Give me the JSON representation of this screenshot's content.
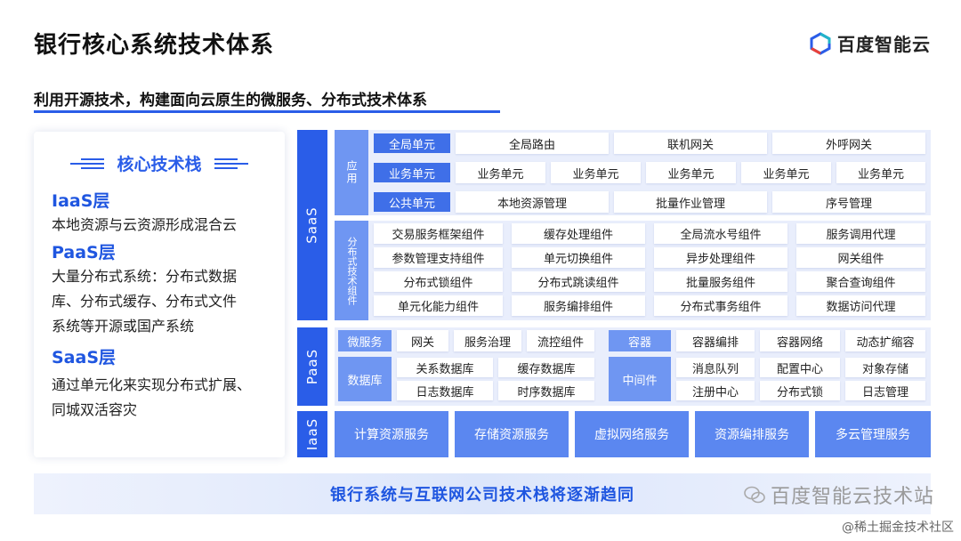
{
  "title": "银行核心系统技术体系",
  "logo": {
    "text": "百度智能云"
  },
  "subtitle": "利用开源技术，构建面向云原生的微服务、分布式技术体系",
  "left_panel": {
    "heading": "核心技术栈",
    "layers": [
      {
        "name": "IaaS层",
        "lines": [
          "本地资源与云资源形成混合云"
        ]
      },
      {
        "name": "PaaS层",
        "lines": [
          "大量分布式系统：分布式数据",
          "库、分布式缓存、分布式文件",
          "系统等开源或国产系统"
        ]
      },
      {
        "name": "SaaS层",
        "lines": [
          "通过单元化来实现分布式扩展、",
          "同城双活容灾"
        ]
      }
    ]
  },
  "architecture": {
    "saas": {
      "label": "SaaS",
      "app": {
        "label": "应用",
        "rows": [
          {
            "tag": "全局单元",
            "cells": [
              "全局路由",
              "联机网关",
              "外呼网关"
            ]
          },
          {
            "tag": "业务单元",
            "cells": [
              "业务单元",
              "业务单元",
              "业务单元",
              "业务单元",
              "业务单元"
            ]
          },
          {
            "tag": "公共单元",
            "cells": [
              "本地资源管理",
              "批量作业管理",
              "序号管理"
            ]
          }
        ]
      },
      "components": {
        "label": "分布式技术组件",
        "rows": [
          [
            "交易服务框架组件",
            "缓存处理组件",
            "全局流水号组件",
            "服务调用代理"
          ],
          [
            "参数管理支持组件",
            "单元切换组件",
            "异步处理组件",
            "网关组件"
          ],
          [
            "分布式锁组件",
            "分布式跳读组件",
            "批量服务组件",
            "聚合查询组件"
          ],
          [
            "单元化能力组件",
            "服务编排组件",
            "分布式事务组件",
            "数据访问代理"
          ]
        ]
      }
    },
    "paas": {
      "label": "PaaS",
      "microservice": {
        "tag": "微服务",
        "cells": [
          "网关",
          "服务治理",
          "流控组件"
        ]
      },
      "container": {
        "tag": "容器",
        "cells": [
          "容器编排",
          "容器网络",
          "动态扩缩容"
        ]
      },
      "database": {
        "tag": "数据库",
        "rows": [
          [
            "关系数据库",
            "缓存数据库"
          ],
          [
            "日志数据库",
            "时序数据库"
          ]
        ]
      },
      "middleware": {
        "tag": "中间件",
        "rows": [
          [
            "消息队列",
            "配置中心",
            "对象存储"
          ],
          [
            "注册中心",
            "分布式锁",
            "日志管理"
          ]
        ]
      }
    },
    "iaas": {
      "label": "IaaS",
      "cells": [
        "计算资源服务",
        "存储资源服务",
        "虚拟网络服务",
        "资源编排服务",
        "多云管理服务"
      ]
    }
  },
  "banner": "银行系统与互联网公司技术栈将逐渐趋同",
  "watermark": "百度智能云技术站",
  "watermark2": "@稀土掘金技术社区",
  "colors": {
    "primary": "#2a5de8",
    "light_blue": "#6f96f2",
    "panel_bg": "#e9eefc"
  }
}
